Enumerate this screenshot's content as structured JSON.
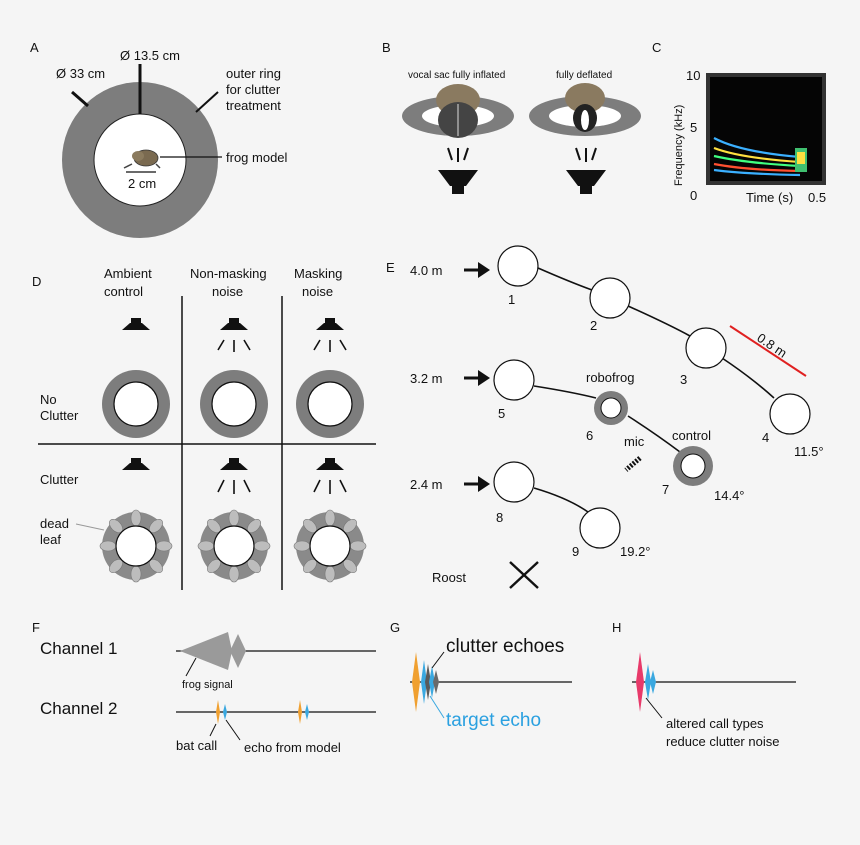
{
  "panels": {
    "A": {
      "letter": "A",
      "outer_diameter": "Ø 33 cm",
      "inner_diameter": "Ø 13.5 cm",
      "ring_label": [
        "outer ring",
        "for clutter",
        "treatment"
      ],
      "model_label": "frog model",
      "scale_label": "2 cm"
    },
    "B": {
      "letter": "B",
      "inflated_label": "vocal sac fully inflated",
      "deflated_label": "fully deflated"
    },
    "C": {
      "letter": "C",
      "ylabel": "Frequency (kHz)",
      "xlabel": "Time (s)",
      "y_ticks": [
        "10",
        "5",
        "0"
      ],
      "x_end": "0.5"
    },
    "D": {
      "letter": "D",
      "columns": [
        [
          "Ambient",
          "control"
        ],
        [
          "Non-masking",
          "noise"
        ],
        [
          "Masking",
          "noise"
        ]
      ],
      "rows": [
        [
          "No",
          "Clutter"
        ],
        [
          "Clutter"
        ]
      ],
      "leaf_label": [
        "dead",
        "leaf"
      ]
    },
    "E": {
      "letter": "E",
      "distances": [
        "4.0 m",
        "3.2 m",
        "2.4 m"
      ],
      "positions": [
        "1",
        "2",
        "3",
        "4",
        "5",
        "6",
        "7",
        "8",
        "9"
      ],
      "angles": [
        "11.5°",
        "14.4°",
        "19.2°"
      ],
      "spacing": "0.8 m",
      "robofrog_label": "robofrog",
      "control_label": "control",
      "mic_label": "mic",
      "roost_label": "Roost"
    },
    "F": {
      "letter": "F",
      "channel1": "Channel 1",
      "channel2": "Channel 2",
      "frog_signal": "frog signal",
      "bat_call": "bat call",
      "echo_model": "echo from model"
    },
    "G": {
      "letter": "G",
      "clutter_echoes": "clutter echoes",
      "target_echo": "target echo"
    },
    "H": {
      "letter": "H",
      "caption": [
        "altered call types",
        "reduce clutter noise"
      ]
    }
  },
  "colors": {
    "ring": "#7a7a7a",
    "bat_call": "#f0a030",
    "echo": "#3aa8e0",
    "altered_call": "#e83a6a",
    "spacing_line": "#e02020"
  }
}
